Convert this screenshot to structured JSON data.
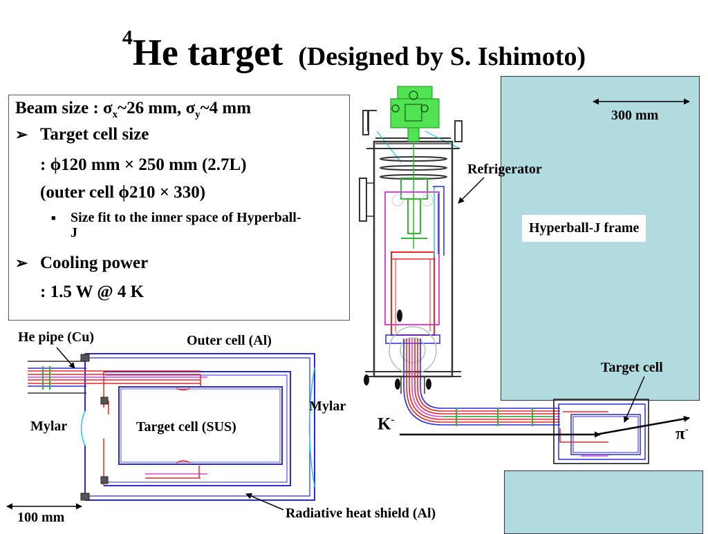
{
  "title": {
    "superscript": "4",
    "main": "He target",
    "subtitle": "(Designed by S. Ishimoto)"
  },
  "info": {
    "beam_prefix": "Beam size : ",
    "sigma": "σ",
    "sub_x": "x",
    "beam_x_value": "~26 mm, ",
    "sub_y": "y",
    "beam_y_value": "~4 mm",
    "bullet_arrow": "➢",
    "target_cell_heading": "Target cell size",
    "target_cell_dims": ": ϕ120 mm × 250 mm (2.7L)",
    "outer_cell_dims": "(outer cell ϕ210 × 330)",
    "square_bullet": "■",
    "size_fit_note": "Size fit to the inner space of Hyperball-J",
    "cooling_heading": "Cooling power",
    "cooling_value": ": 1.5 W @ 4 K"
  },
  "labels": {
    "he_pipe": "He pipe (Cu)",
    "outer_cell": "Outer cell (Al)",
    "mylar_right": "Mylar",
    "mylar_left": "Mylar",
    "target_cell_sus": "Target cell (SUS)",
    "radiative_shield": "Radiative heat shield (Al)",
    "scale_100": "100 mm",
    "refrigerator": "Refrigerator",
    "scale_300": "300 mm",
    "hyperball_frame": "Hyperball-J frame",
    "target_cell": "Target cell",
    "kaon": "K",
    "kaon_charge": "-",
    "pion": "π",
    "pion_charge": "-"
  },
  "colors": {
    "frame_fill": "#b2dbe0",
    "pipe_red": "#e8262a",
    "pipe_blue": "#2a2ad8",
    "pipe_green": "#33b533",
    "pipe_magenta": "#e040e0",
    "pipe_cyan": "#22c8dd",
    "refrigerator_green": "#52e352"
  }
}
